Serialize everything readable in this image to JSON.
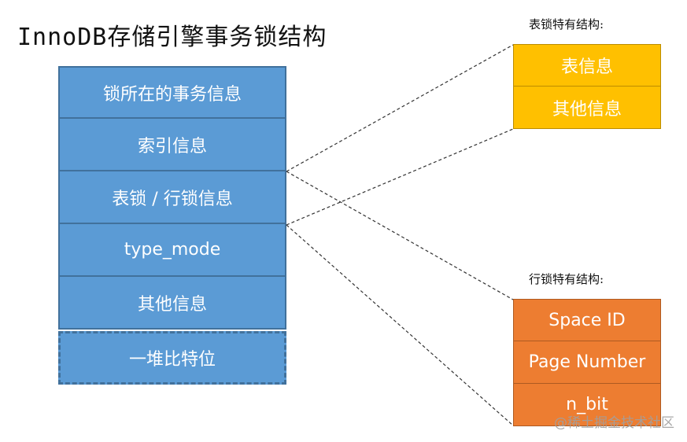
{
  "title": "InnoDB存储引擎事务锁结构",
  "main_cells": [
    "锁所在的事务信息",
    "索引信息",
    "表锁 / 行锁信息",
    "type_mode",
    "其他信息",
    "一堆比特位"
  ],
  "table_lock": {
    "title": "表锁特有结构:",
    "cells": [
      "表信息",
      "其他信息"
    ],
    "color": "#ffc000"
  },
  "row_lock": {
    "title": "行锁特有结构:",
    "cells": [
      "Space ID",
      "Page Number",
      "n_bit"
    ],
    "color": "#ed7d31"
  },
  "main_color": "#5b9bd5",
  "watermark": "@稀土掘金技术社区"
}
